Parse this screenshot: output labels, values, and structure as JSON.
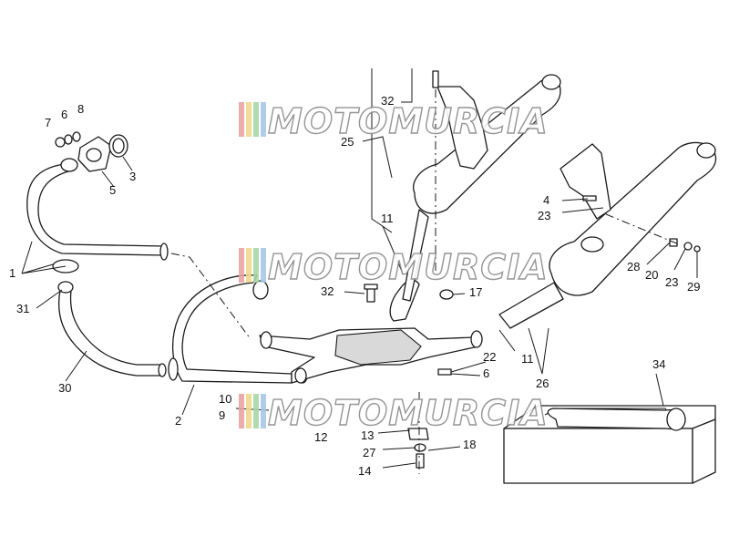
{
  "watermark": {
    "text": "MOTOMURCIA",
    "stripe_colors": [
      "#e9a3a3",
      "#efd889",
      "#a9d7a5",
      "#a9c7e6"
    ]
  },
  "callouts": {
    "n1": "1",
    "n2": "2",
    "n3": "3",
    "n5": "5",
    "n6a": "6",
    "n6b": "6",
    "n7": "7",
    "n8": "8",
    "n9": "9",
    "n10": "10",
    "n11a": "11",
    "n11b": "11",
    "n12": "12",
    "n13": "13",
    "n14": "14",
    "n17": "17",
    "n18": "18",
    "n20": "20",
    "n22": "22",
    "n23a": "23",
    "n23b": "23",
    "n25": "25",
    "n26": "26",
    "n27": "27",
    "n28": "28",
    "n29": "29",
    "n30": "30",
    "n31": "31",
    "n32a": "32",
    "n32b": "32",
    "n34": "34",
    "n4": "4"
  }
}
